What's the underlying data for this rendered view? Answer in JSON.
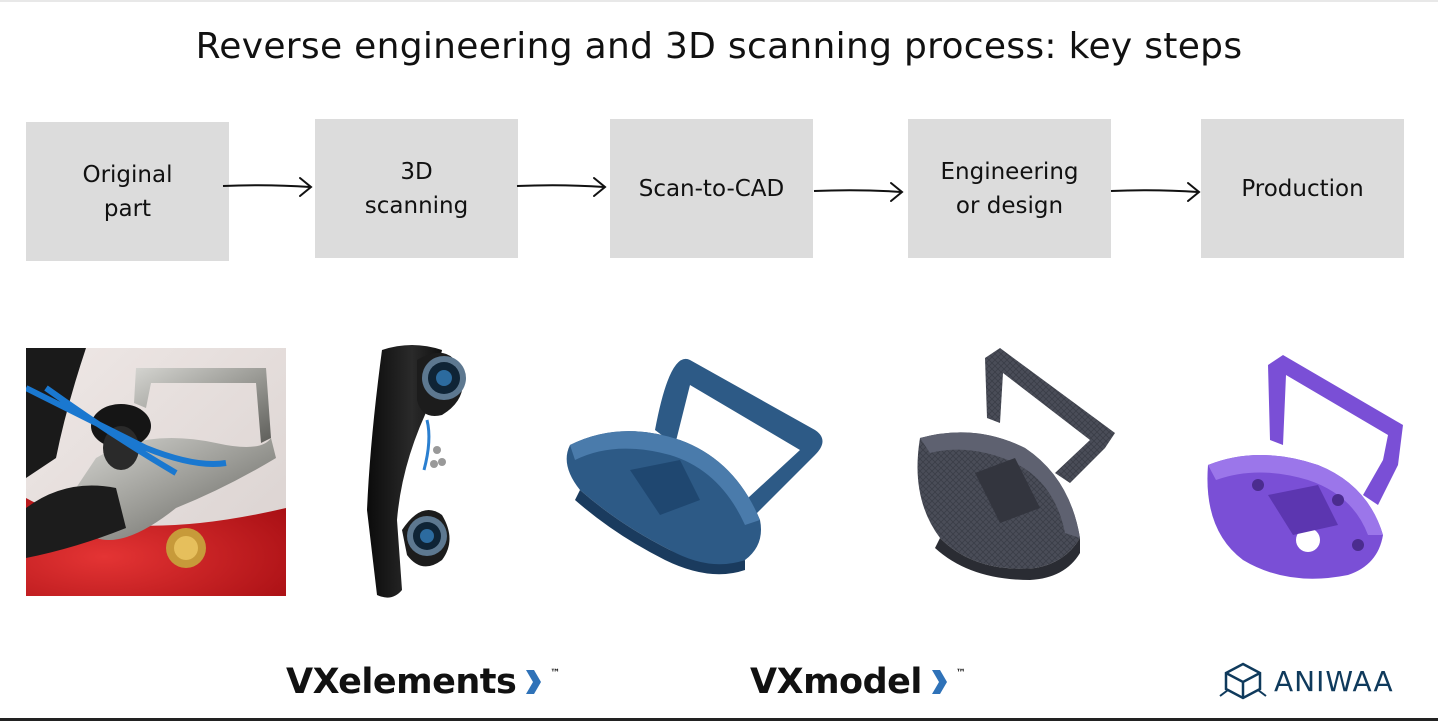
{
  "title": "Reverse engineering and 3D scanning process: key steps",
  "steps": [
    {
      "label": "Original\npart"
    },
    {
      "label": "3D\nscanning"
    },
    {
      "label": "Scan-to-CAD"
    },
    {
      "label": "Engineering\nor design"
    },
    {
      "label": "Production"
    }
  ],
  "images": [
    {
      "icon": "original-part-photo"
    },
    {
      "icon": "handheld-3d-scanner"
    },
    {
      "icon": "scan-mesh-model",
      "color": "#2d5a86"
    },
    {
      "icon": "cad-model",
      "color": "#4a4d58"
    },
    {
      "icon": "printed-part",
      "color": "#7a4fd6"
    }
  ],
  "logos": {
    "vxelements": "VXelements",
    "vxmodel": "VXmodel",
    "tm": "™",
    "aniwaa": "ANIWAA",
    "chevron_color": "#2f72b8",
    "aniwaa_color": "#0f3a5c"
  }
}
